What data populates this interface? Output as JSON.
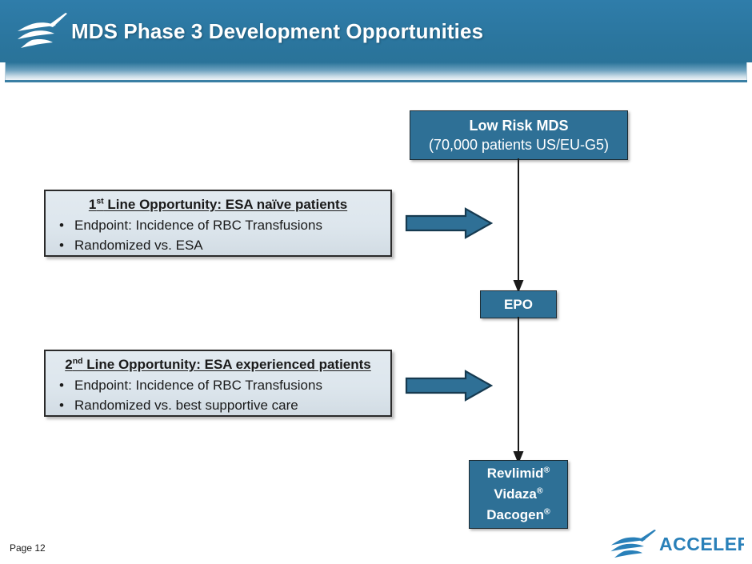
{
  "header": {
    "title": "MDS Phase 3 Development Opportunities",
    "logo_icon": "acceleron-swoosh-icon"
  },
  "diagram": {
    "low_risk_box": {
      "title": "Low Risk MDS",
      "subtitle": "(70,000 patients US/EU-G5)"
    },
    "epo_box": {
      "label": "EPO"
    },
    "products_box": {
      "items": [
        {
          "name": "Revlimid",
          "mark": "®"
        },
        {
          "name": "Vidaza",
          "mark": "®"
        },
        {
          "name": "Dacogen",
          "mark": "®"
        }
      ]
    },
    "opportunity_1": {
      "title_prefix": "1",
      "title_ordinal": "st",
      "title_rest": " Line Opportunity: ESA naïve patients",
      "bullets": [
        "Endpoint: Incidence of RBC Transfusions",
        "Randomized vs. ESA"
      ],
      "bullet_glyph": "•"
    },
    "opportunity_2": {
      "title_prefix": "2",
      "title_ordinal": "nd",
      "title_rest": " Line Opportunity: ESA experienced patients",
      "bullets": [
        "Endpoint: Incidence of RBC Transfusions",
        "Randomized vs. best supportive care"
      ],
      "bullet_glyph": "•"
    },
    "arrow_1_icon": "block-arrow-right-icon",
    "arrow_2_icon": "block-arrow-right-icon",
    "connector_1_icon": "down-arrow-connector-icon",
    "connector_2_icon": "down-arrow-connector-icon"
  },
  "footer": {
    "page_label": "Page 12",
    "logo_text": "ACCELERON",
    "logo_icon": "acceleron-swoosh-icon"
  },
  "colors": {
    "header_blue": "#2e7ba6",
    "teal_box": "#2e7096",
    "arrow_fill": "#2f7096",
    "arrow_outline": "#163a50",
    "light_box": "#dde6ed",
    "connector": "#1a1a1a",
    "logo_blue": "#2980b9"
  }
}
